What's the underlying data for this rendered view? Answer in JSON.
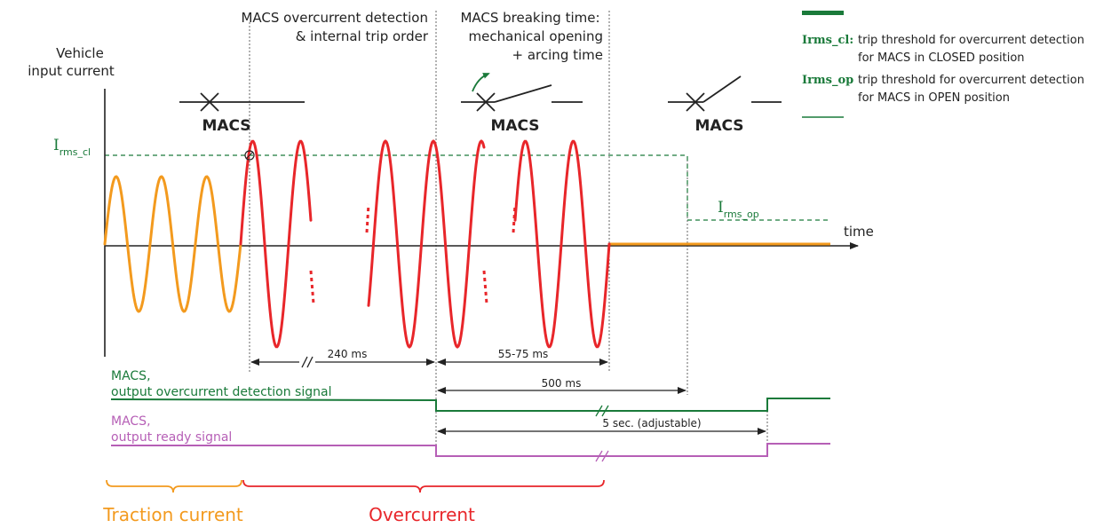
{
  "y_axis_label_line1": "Vehicle",
  "y_axis_label_line2": "input current",
  "x_axis_label": "time",
  "threshold_closed": {
    "main": "I",
    "sub": "rms_cl"
  },
  "threshold_open": {
    "main": "I",
    "sub": "rms_op"
  },
  "phase_labels": {
    "detection_line1": "MACS overcurrent detection",
    "detection_line2": "& internal trip order",
    "breaking_line1": "MACS breaking time:",
    "breaking_line2": "mechanical opening",
    "breaking_line3": "+ arcing time"
  },
  "breaker_labels": [
    "MACS",
    "MACS",
    "MACS"
  ],
  "legend": {
    "closed_key": "Irms_cl:",
    "closed_line1": "trip threshold for overcurrent detection",
    "closed_line2": "for MACS in CLOSED position",
    "open_key": "Irms_op",
    "open_line1": "trip threshold for overcurrent detection",
    "open_line2": "for MACS in OPEN position"
  },
  "durations": {
    "detection": "240 ms",
    "breaking": "55-75 ms",
    "signal": "500 ms",
    "ready": "5 sec. (adjustable)"
  },
  "signals": {
    "detection_line1": "MACS,",
    "detection_line2": "output overcurrent detection signal",
    "ready_line1": "MACS,",
    "ready_line2": "output ready signal"
  },
  "phases": {
    "traction": "Traction current",
    "overcurrent": "Overcurrent"
  },
  "colors": {
    "traction": "#f39a1e",
    "overcurrent": "#e8262a",
    "threshold": "#1a7a3a",
    "detection_signal": "#1a7a3a",
    "ready_signal": "#b65fb6"
  }
}
